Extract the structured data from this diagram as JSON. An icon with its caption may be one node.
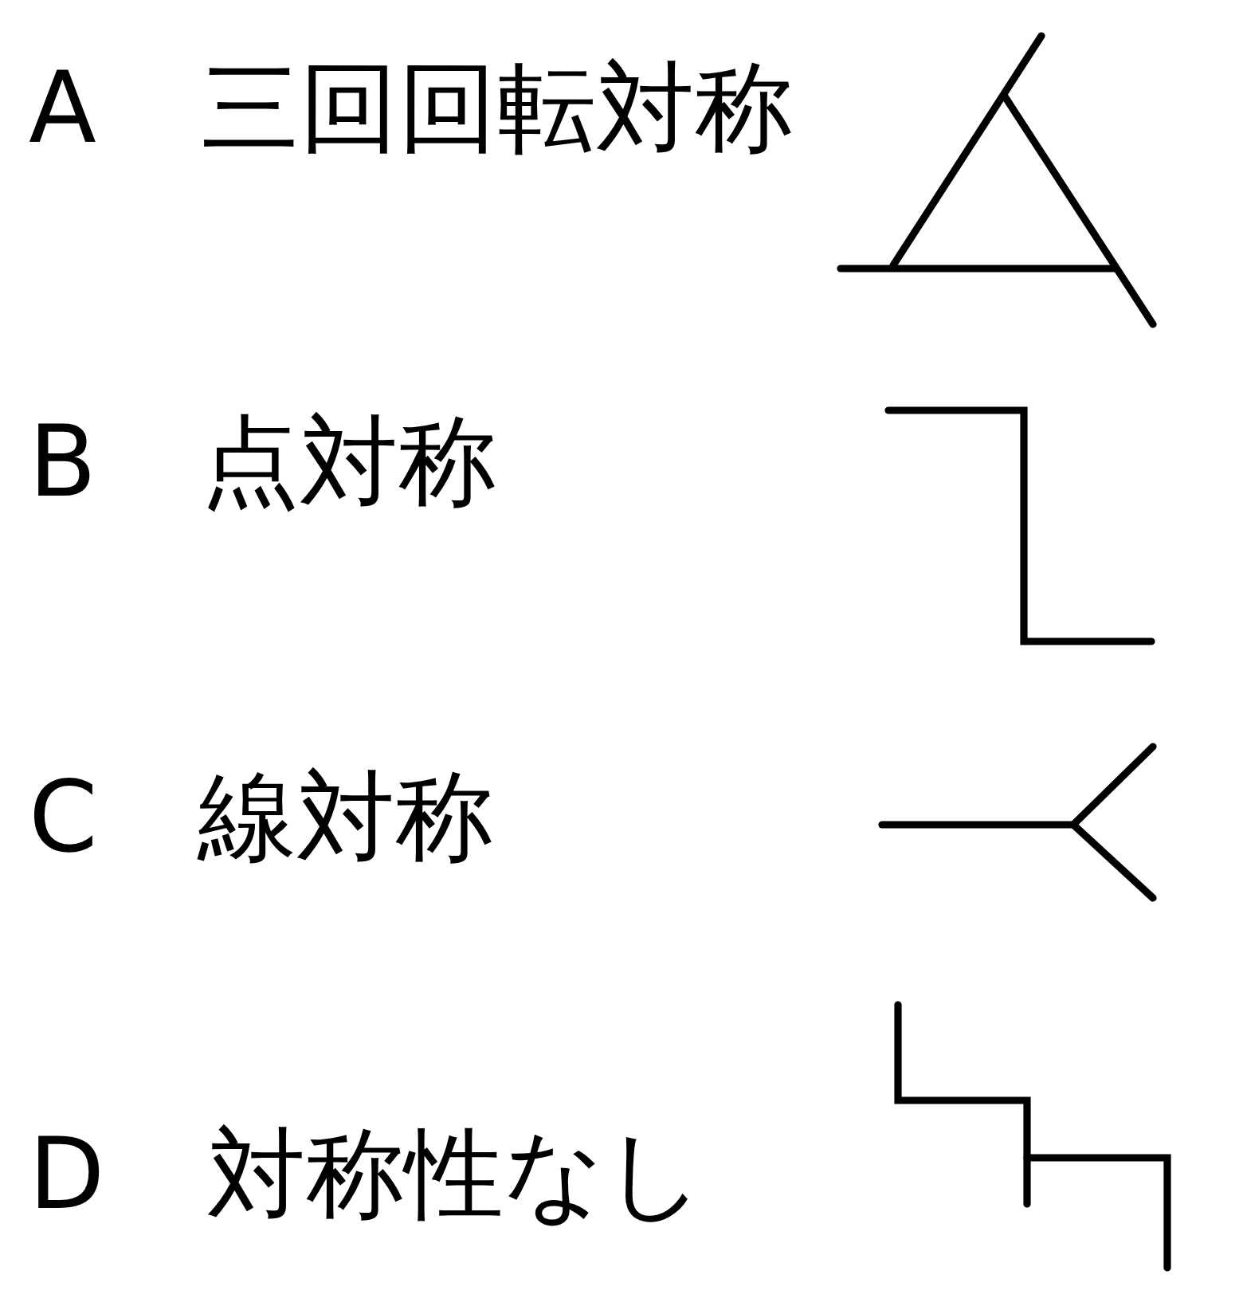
{
  "diagram": {
    "labels": [
      "A",
      "三回回転対称",
      "B",
      "点対称",
      "C",
      "線対称",
      "D",
      "対称性なし"
    ]
  }
}
